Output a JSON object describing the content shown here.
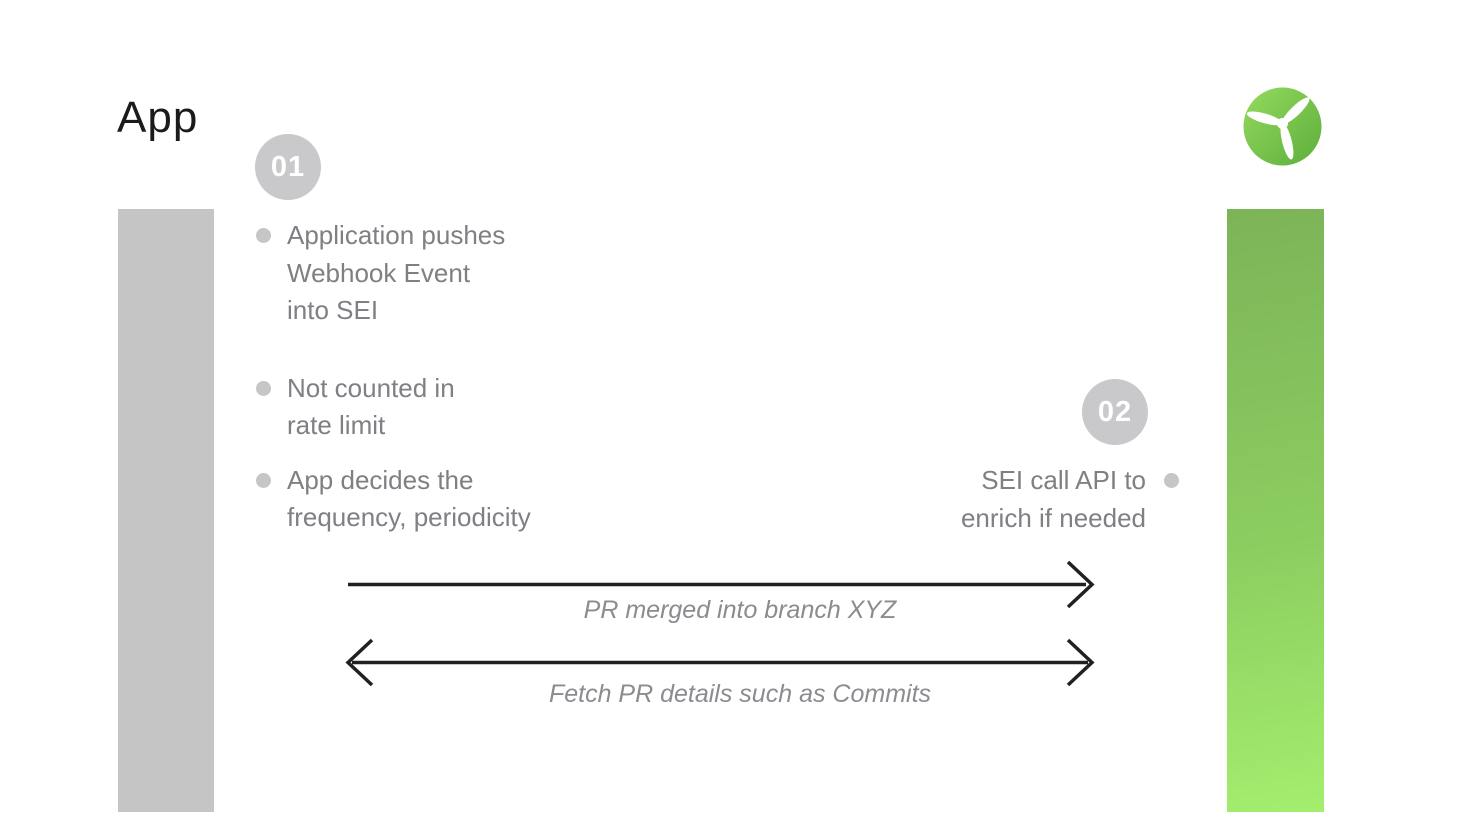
{
  "title": "App",
  "logo_icon": "propeller-icon",
  "steps": [
    {
      "badge": "01",
      "bullets": [
        {
          "lines": [
            "Application pushes",
            "Webhook Event",
            "into SEI"
          ]
        },
        {
          "lines": [
            "Not counted in",
            "rate limit"
          ]
        },
        {
          "lines": [
            "App decides the",
            "frequency, periodicity"
          ]
        }
      ]
    },
    {
      "badge": "02",
      "note_lines": [
        "SEI call API to",
        "enrich if needed"
      ]
    }
  ],
  "arrows": [
    {
      "label": "PR merged into branch XYZ",
      "direction": "right"
    },
    {
      "label": "Fetch PR details such as Commits",
      "direction": "both"
    }
  ],
  "colors": {
    "left_bar": "#c5c5c6",
    "right_bar_top": "#7cb458",
    "right_bar_bottom": "#a4ee6e",
    "text_gray": "#7f7f84",
    "bullet_dot": "#c6c6c8",
    "badge_bg": "#c9c9cb",
    "badge_text": "#ffffff",
    "arrow": "#212121",
    "label_gray": "#8b8b90",
    "logo_green_light": "#95da5e",
    "logo_green_dark": "#5cae3c"
  }
}
